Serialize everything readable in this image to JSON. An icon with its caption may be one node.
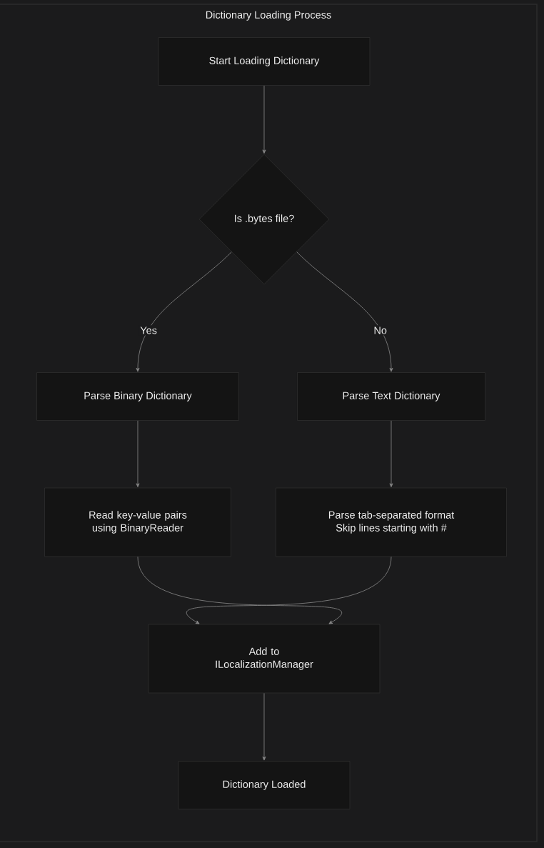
{
  "diagram": {
    "title": "Dictionary Loading Process",
    "nodes": [
      {
        "text": [
          "Start Loading Dictionary"
        ]
      },
      {
        "text": [
          "Is .bytes file?"
        ]
      },
      {
        "text": [
          "Parse Binary Dictionary"
        ]
      },
      {
        "text": [
          "Parse Text Dictionary"
        ]
      },
      {
        "text": [
          "Read key-value pairs using BinaryReader"
        ]
      },
      {
        "text": [
          "Parse tab-separated format",
          "Skip lines starting with #"
        ]
      },
      {
        "text": [
          "Add to ILocalizationManager"
        ]
      },
      {
        "text": [
          "Dictionary Loaded"
        ]
      }
    ],
    "edges": [
      {
        "from": 0,
        "to": 1,
        "arrow": "to"
      },
      {
        "from": 1,
        "to": 2,
        "arrow": "to",
        "label": "Yes"
      },
      {
        "from": 1,
        "to": 3,
        "arrow": "to",
        "label": "No"
      },
      {
        "from": 2,
        "to": 4,
        "arrow": "to"
      },
      {
        "from": 3,
        "to": 5,
        "arrow": "to"
      },
      {
        "from": 4,
        "to": 6,
        "arrow": "to"
      },
      {
        "from": 5,
        "to": 6,
        "arrow": "to"
      },
      {
        "from": 6,
        "to": 7,
        "arrow": "to"
      }
    ]
  }
}
